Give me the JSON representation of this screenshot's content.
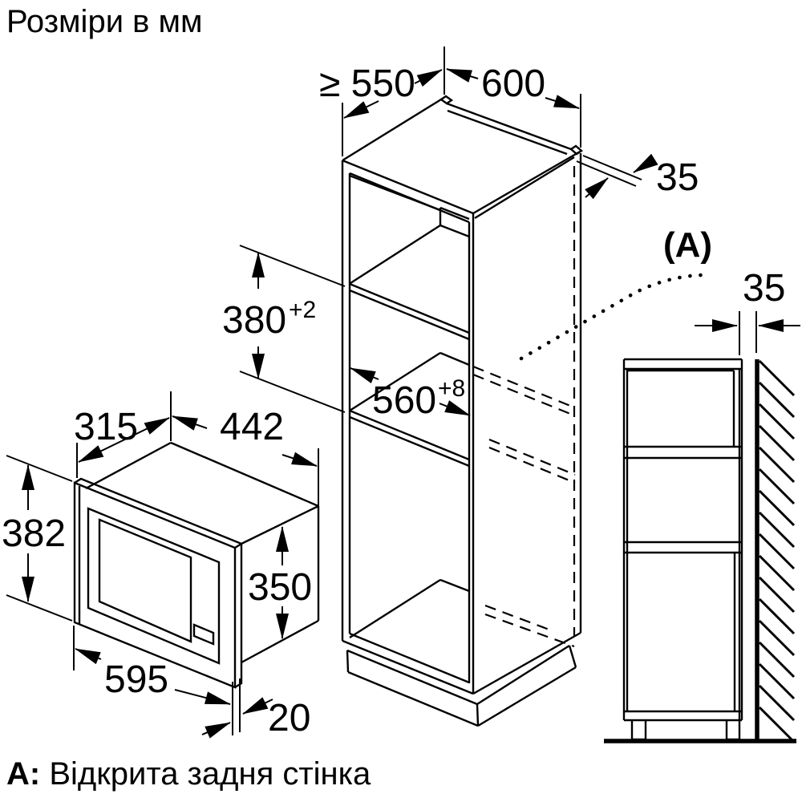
{
  "title": "Розміри в мм",
  "colors": {
    "ink": "#000000",
    "background": "#ffffff"
  },
  "callout": {
    "label": "(A)"
  },
  "note": {
    "label": "А:",
    "text": " Відкрита задня стінка"
  },
  "dimensions": {
    "niche_depth": "≥ 550",
    "cabinet_width": "600",
    "rear_top_gap": "35",
    "wall_gap": "35",
    "niche_height": "380",
    "niche_height_tolerance": "+2",
    "niche_width": "560",
    "niche_width_tolerance": "+8",
    "appliance_depth": "315",
    "appliance_width": "442",
    "front_height": "382",
    "body_height": "350",
    "front_width": "595",
    "front_frame_thickness": "20"
  }
}
